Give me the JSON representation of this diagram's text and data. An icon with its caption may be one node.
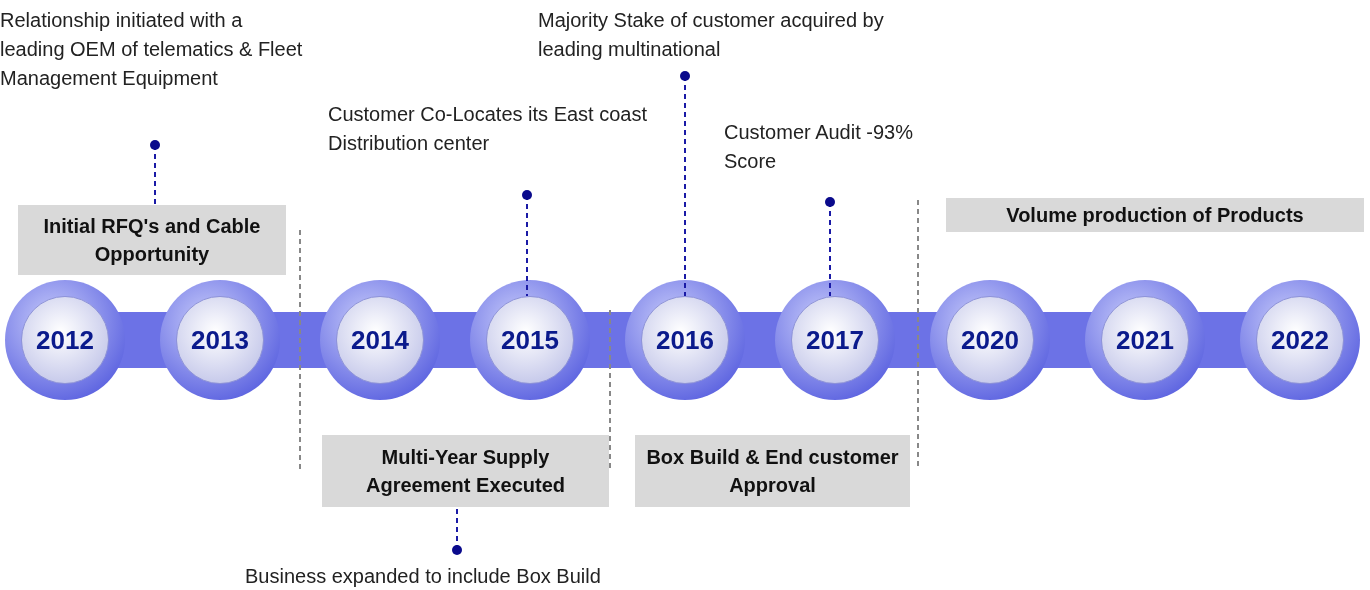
{
  "diagram": {
    "nodes": [
      {
        "text": [
          "Relationship initiated with a leading OEM of telematics & Fleet Management Equipment"
        ]
      },
      {
        "text": [
          "Majority Stake of customer acquired by leading multinational"
        ]
      },
      {
        "text": [
          "Customer Co-Locates its East coast Distribution center"
        ]
      },
      {
        "text": [
          "Customer Audit -93% Score"
        ]
      },
      {
        "text": [
          "Initial RFQ's and Cable Opportunity"
        ]
      },
      {
        "text": [
          "Volume production of Products"
        ]
      },
      {
        "text": [
          "2012"
        ]
      },
      {
        "text": [
          "2013"
        ]
      },
      {
        "text": [
          "2014"
        ]
      },
      {
        "text": [
          "2015"
        ]
      },
      {
        "text": [
          "2016"
        ]
      },
      {
        "text": [
          "2017"
        ]
      },
      {
        "text": [
          "2020"
        ]
      },
      {
        "text": [
          "2021"
        ]
      },
      {
        "text": [
          "2022"
        ]
      },
      {
        "text": [
          "Multi-Year Supply Agreement Executed"
        ]
      },
      {
        "text": [
          "Box Build & End customer Approval"
        ]
      },
      {
        "text": [
          "Business expanded to include Box Build"
        ]
      }
    ],
    "edges": [
      {
        "from": 0,
        "to": 4,
        "arrow": "other",
        "style": "dashed"
      },
      {
        "from": 2,
        "to": 9,
        "arrow": "other",
        "style": "dashed"
      },
      {
        "from": 1,
        "to": 10,
        "arrow": "other",
        "style": "dashed"
      },
      {
        "from": 3,
        "to": 11,
        "arrow": "other",
        "style": "dashed"
      },
      {
        "from": 17,
        "to": 15,
        "arrow": "other",
        "style": "dashed"
      }
    ]
  }
}
